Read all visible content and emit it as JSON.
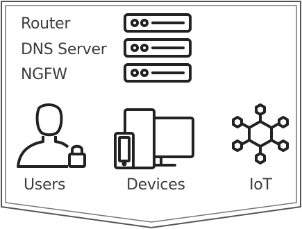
{
  "infrastructure": {
    "labels": [
      "Router",
      "DNS Server",
      "NGFW"
    ],
    "icon": "server-rack-icon"
  },
  "endpoints": [
    {
      "label": "Users",
      "icon": "user-lock-icon"
    },
    {
      "label": "Devices",
      "icon": "devices-icon"
    },
    {
      "label": "IoT",
      "icon": "iot-network-icon"
    }
  ],
  "colors": {
    "stroke": "#222222",
    "text": "#3d3d3d",
    "border": "#555555"
  }
}
